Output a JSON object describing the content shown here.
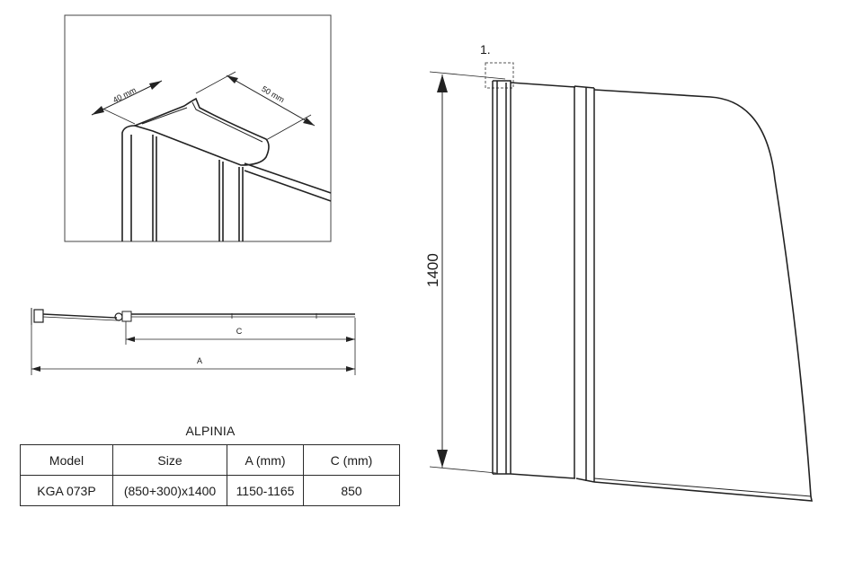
{
  "detail": {
    "dim_40": "40 mm",
    "dim_50": "50 mm"
  },
  "plan": {
    "label_c": "C",
    "label_a": "A"
  },
  "front": {
    "callout": "1.",
    "height": "1400"
  },
  "table": {
    "title": "ALPINIA",
    "headers": [
      "Model",
      "Size",
      "A (mm)",
      "C (mm)"
    ],
    "rows": [
      [
        "KGA 073P",
        "(850+300)x1400",
        "1150-1165",
        "850"
      ]
    ]
  }
}
